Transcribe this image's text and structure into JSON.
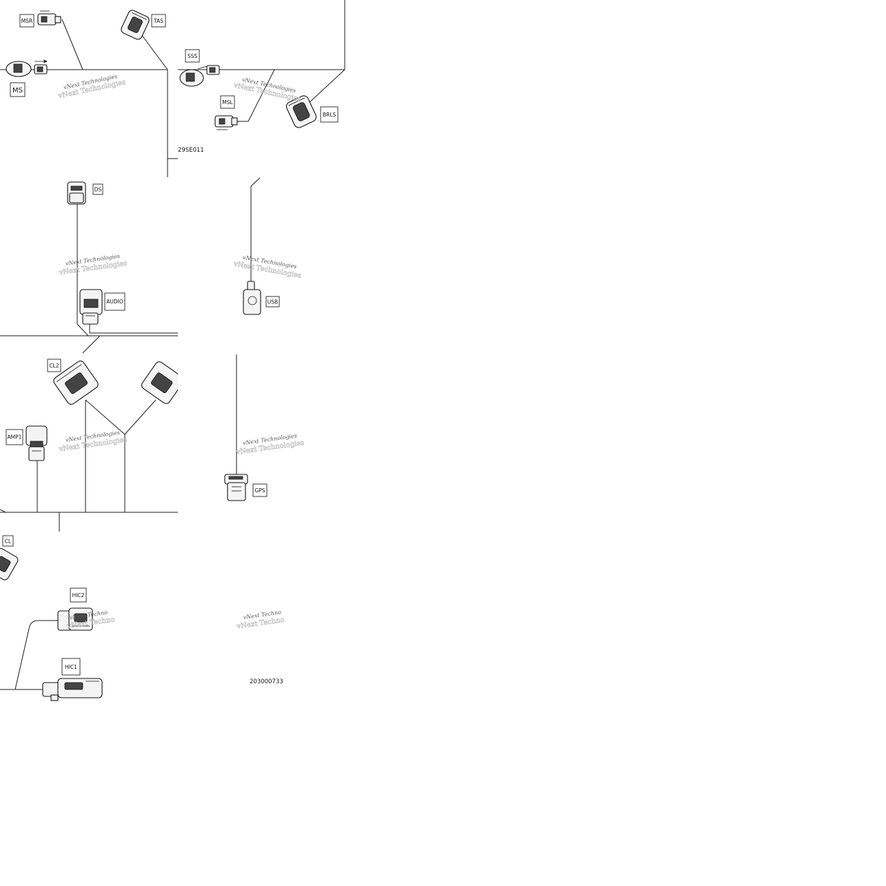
{
  "labels": {
    "msr": "MSR",
    "tas": "TAS",
    "ms": "MS",
    "sss": "SSS",
    "msl": "MSL",
    "brls": "BRLS",
    "ds": "DS",
    "audio": "AUDIO",
    "usb": "USB",
    "cl2": "CL2",
    "amp1": "AMP1",
    "gps": "GPS",
    "cl": "CL",
    "hic2": "HIC2",
    "hic1": "HIC1"
  },
  "references": {
    "top_section": "29SE011",
    "bottom_section": "203000733"
  },
  "watermark": {
    "text": "vNext Technologies",
    "truncated": "vNext Techno"
  }
}
